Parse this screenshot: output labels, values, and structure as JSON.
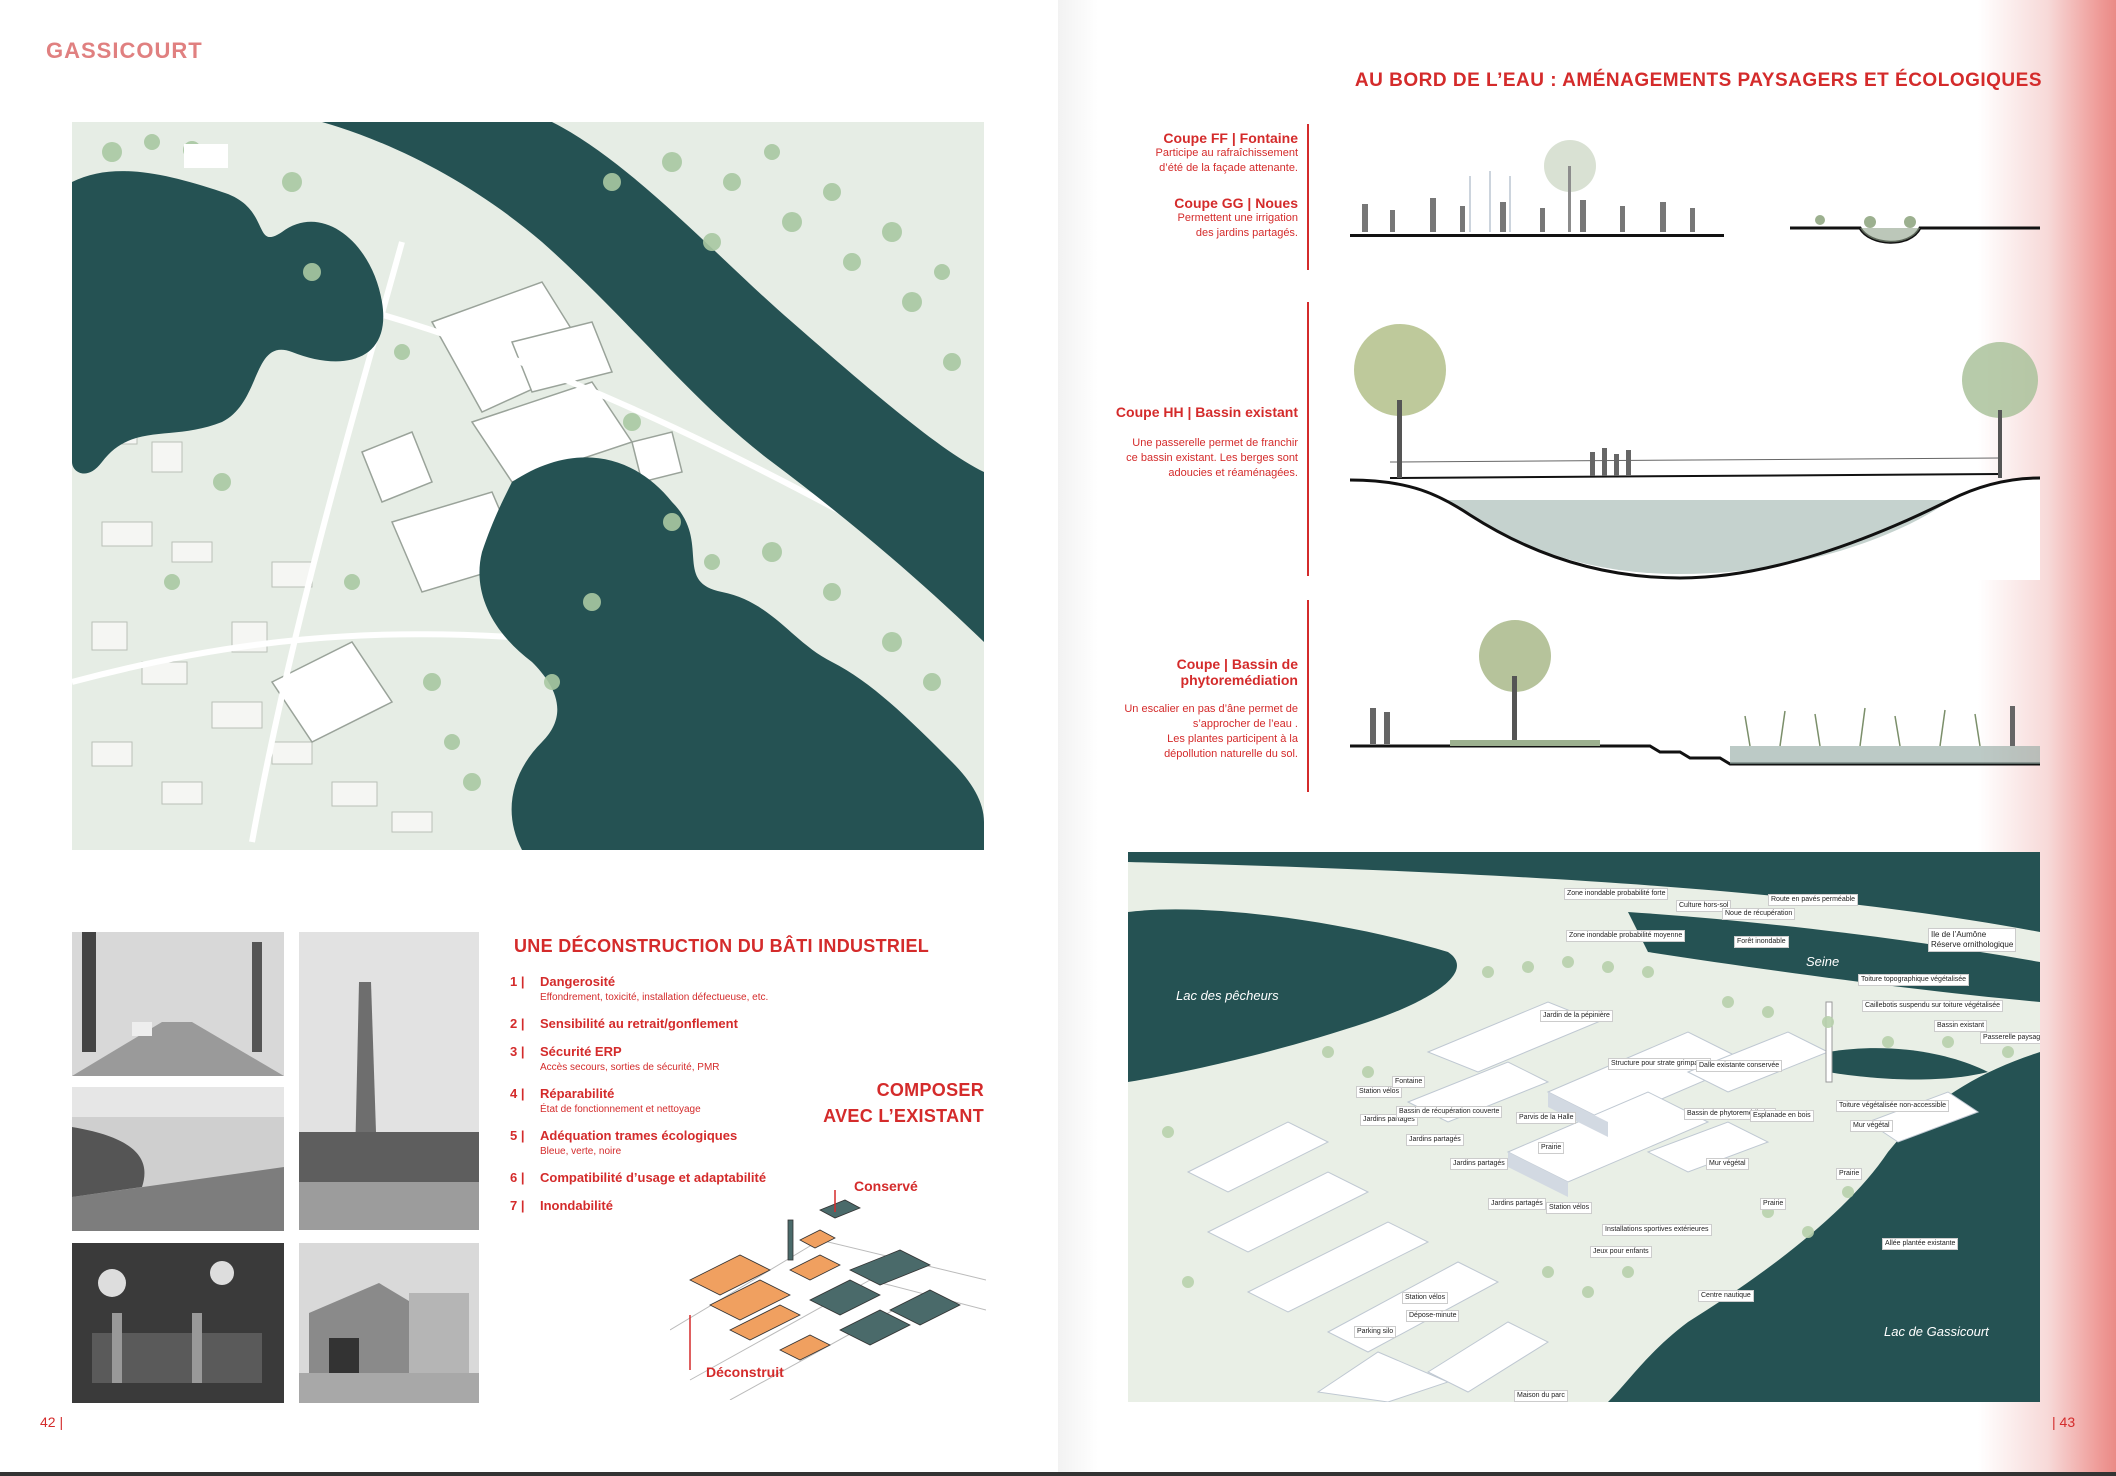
{
  "header": {
    "section_title": "GASSICOURT",
    "right_title": "AU BORD DE L’EAU : AMÉNAGEMENTS PAYSAGERS ET ÉCOLOGIQUES"
  },
  "deconstruction": {
    "title": "UNE DÉCONSTRUCTION DU BÂTI INDUSTRIEL",
    "criteria": [
      {
        "num": "1 |",
        "title": "Dangerosité",
        "sub": "Effondrement, toxicité, installation défectueuse, etc."
      },
      {
        "num": "2 |",
        "title": "Sensibilité au retrait/gonflement",
        "sub": ""
      },
      {
        "num": "3 |",
        "title": "Sécurité ERP",
        "sub": "Accès secours, sorties de sécurité, PMR"
      },
      {
        "num": "4 |",
        "title": "Réparabilité",
        "sub": "État de fonctionnement et nettoyage"
      },
      {
        "num": "5 |",
        "title": "Adéquation trames écologiques",
        "sub": "Bleue, verte, noire"
      },
      {
        "num": "6 |",
        "title": "Compatibilité d’usage et adaptabilité",
        "sub": ""
      },
      {
        "num": "7 |",
        "title": "Inondabilité",
        "sub": ""
      }
    ]
  },
  "composer": {
    "line1": "COMPOSER",
    "line2": "AVEC L’EXISTANT",
    "label_conserve": "Conservé",
    "label_deconstruit": "Déconstruit"
  },
  "sections": [
    {
      "title": "Coupe FF  |  Fontaine",
      "desc": [
        "Participe au rafraîchissement",
        "d’été de la façade attenante."
      ]
    },
    {
      "title": "Coupe GG  |  Noues",
      "desc": [
        "Permettent une irrigation",
        "des jardins partagés."
      ]
    },
    {
      "title": "Coupe HH  |  Bassin existant",
      "desc": [
        "Une passerelle permet de franchir",
        "ce bassin existant. Les berges sont",
        "adoucies et réaménagées."
      ]
    },
    {
      "title": "Coupe   |  Bassin de",
      "title2": "phytoremédiation",
      "desc": [
        "Un escalier en pas d’âne permet de",
        "s’approcher de l’eau .",
        "Les plantes participent à la",
        "dépollution naturelle du sol."
      ]
    }
  ],
  "axo": {
    "places": {
      "lac_pecheurs": "Lac des pêcheurs",
      "seine": "Seine",
      "lac_gassicourt": "Lac de Gassicourt"
    },
    "ile": [
      "Ile de l’Aumône",
      "Réserve ornithologique"
    ],
    "labels": [
      "Zone inondable probabilité forte",
      "Culture hors-sol",
      "Noue de récupération",
      "Route en pavés perméable",
      "Zone inondable probabilité moyenne",
      "Forêt inondable",
      "Jardin de la pépinière",
      "Toiture topographique végétalisée",
      "Caillebotis suspendu sur toiture végétalisée",
      "Bassin existant",
      "Passerelle paysagère",
      "Structure pour strate grimpante",
      "Dalle existante conservée",
      "Station vélos",
      "Fontaine",
      "Jardins partagés",
      "Bassin de récupération couverte",
      "Parvis de la Halle",
      "Bassin de phytoremédiation",
      "Esplanade en bois",
      "Toiture végétalisée non-accessible",
      "Mur végétal",
      "Jardins partagés",
      "Prairie",
      "Jardins partagés",
      "Mur végétal",
      "Prairie",
      "Jardins partagés",
      "Station vélos",
      "Prairie",
      "Installations sportives extérieures",
      "Jeux pour enfants",
      "Allée plantée existante",
      "Station vélos",
      "Dépose-minute",
      "Centre nautique",
      "Parking silo",
      "Maison du parc"
    ]
  },
  "page_numbers": {
    "left": "42 |",
    "right": "| 43"
  }
}
